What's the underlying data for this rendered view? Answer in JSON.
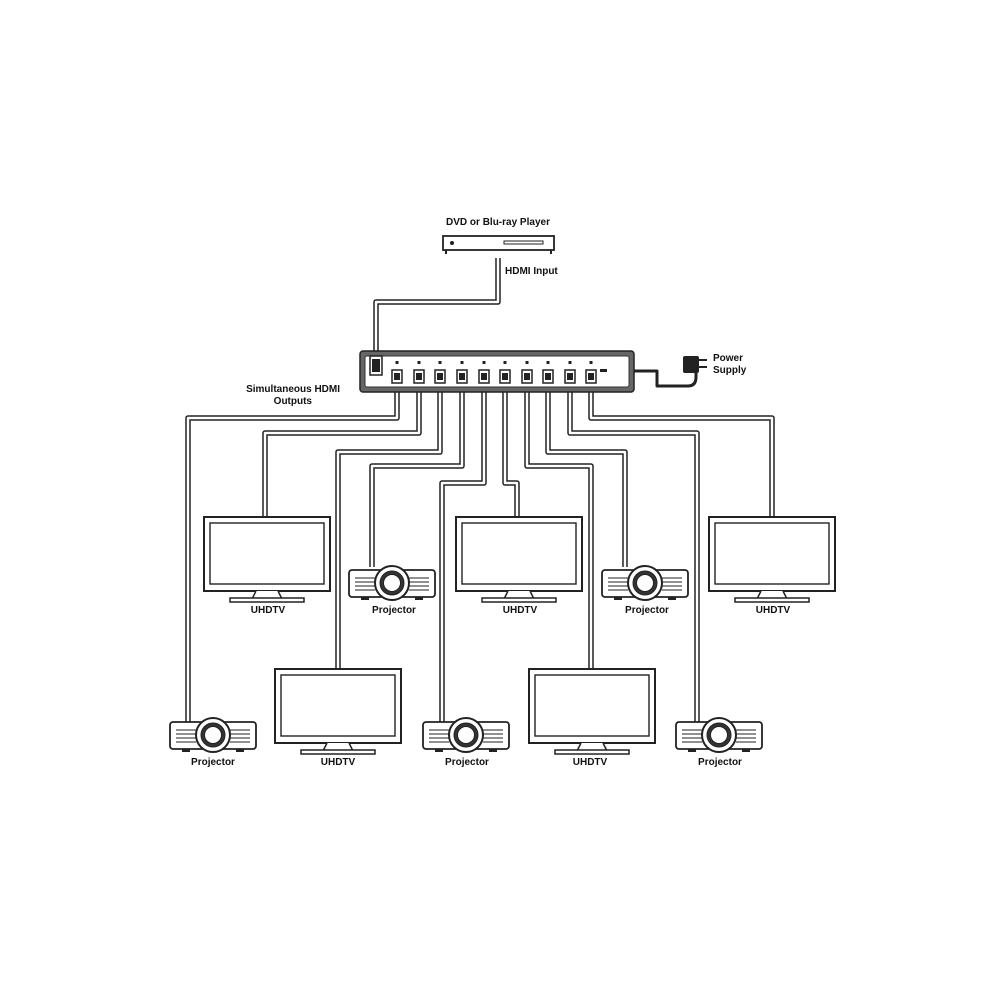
{
  "source": {
    "label": "DVD or Blu-ray Player",
    "cable_label": "HDMI Input"
  },
  "splitter": {
    "outputs_label_line1": "Simultaneous HDMI",
    "outputs_label_line2": "Outputs"
  },
  "power": {
    "label_line1": "Power",
    "label_line2": "Supply"
  },
  "devices": [
    {
      "type": "tv",
      "label": "UHDTV"
    },
    {
      "type": "projector",
      "label": "Projector"
    },
    {
      "type": "tv",
      "label": "UHDTV"
    },
    {
      "type": "projector",
      "label": "Projector"
    },
    {
      "type": "tv",
      "label": "UHDTV"
    },
    {
      "type": "projector",
      "label": "Projector"
    },
    {
      "type": "tv",
      "label": "UHDTV"
    },
    {
      "type": "projector",
      "label": "Projector"
    },
    {
      "type": "tv",
      "label": "UHDTV"
    },
    {
      "type": "projector",
      "label": "Projector"
    }
  ],
  "colors": {
    "line": "#222222",
    "housing": "#555555",
    "fill": "#ffffff"
  }
}
